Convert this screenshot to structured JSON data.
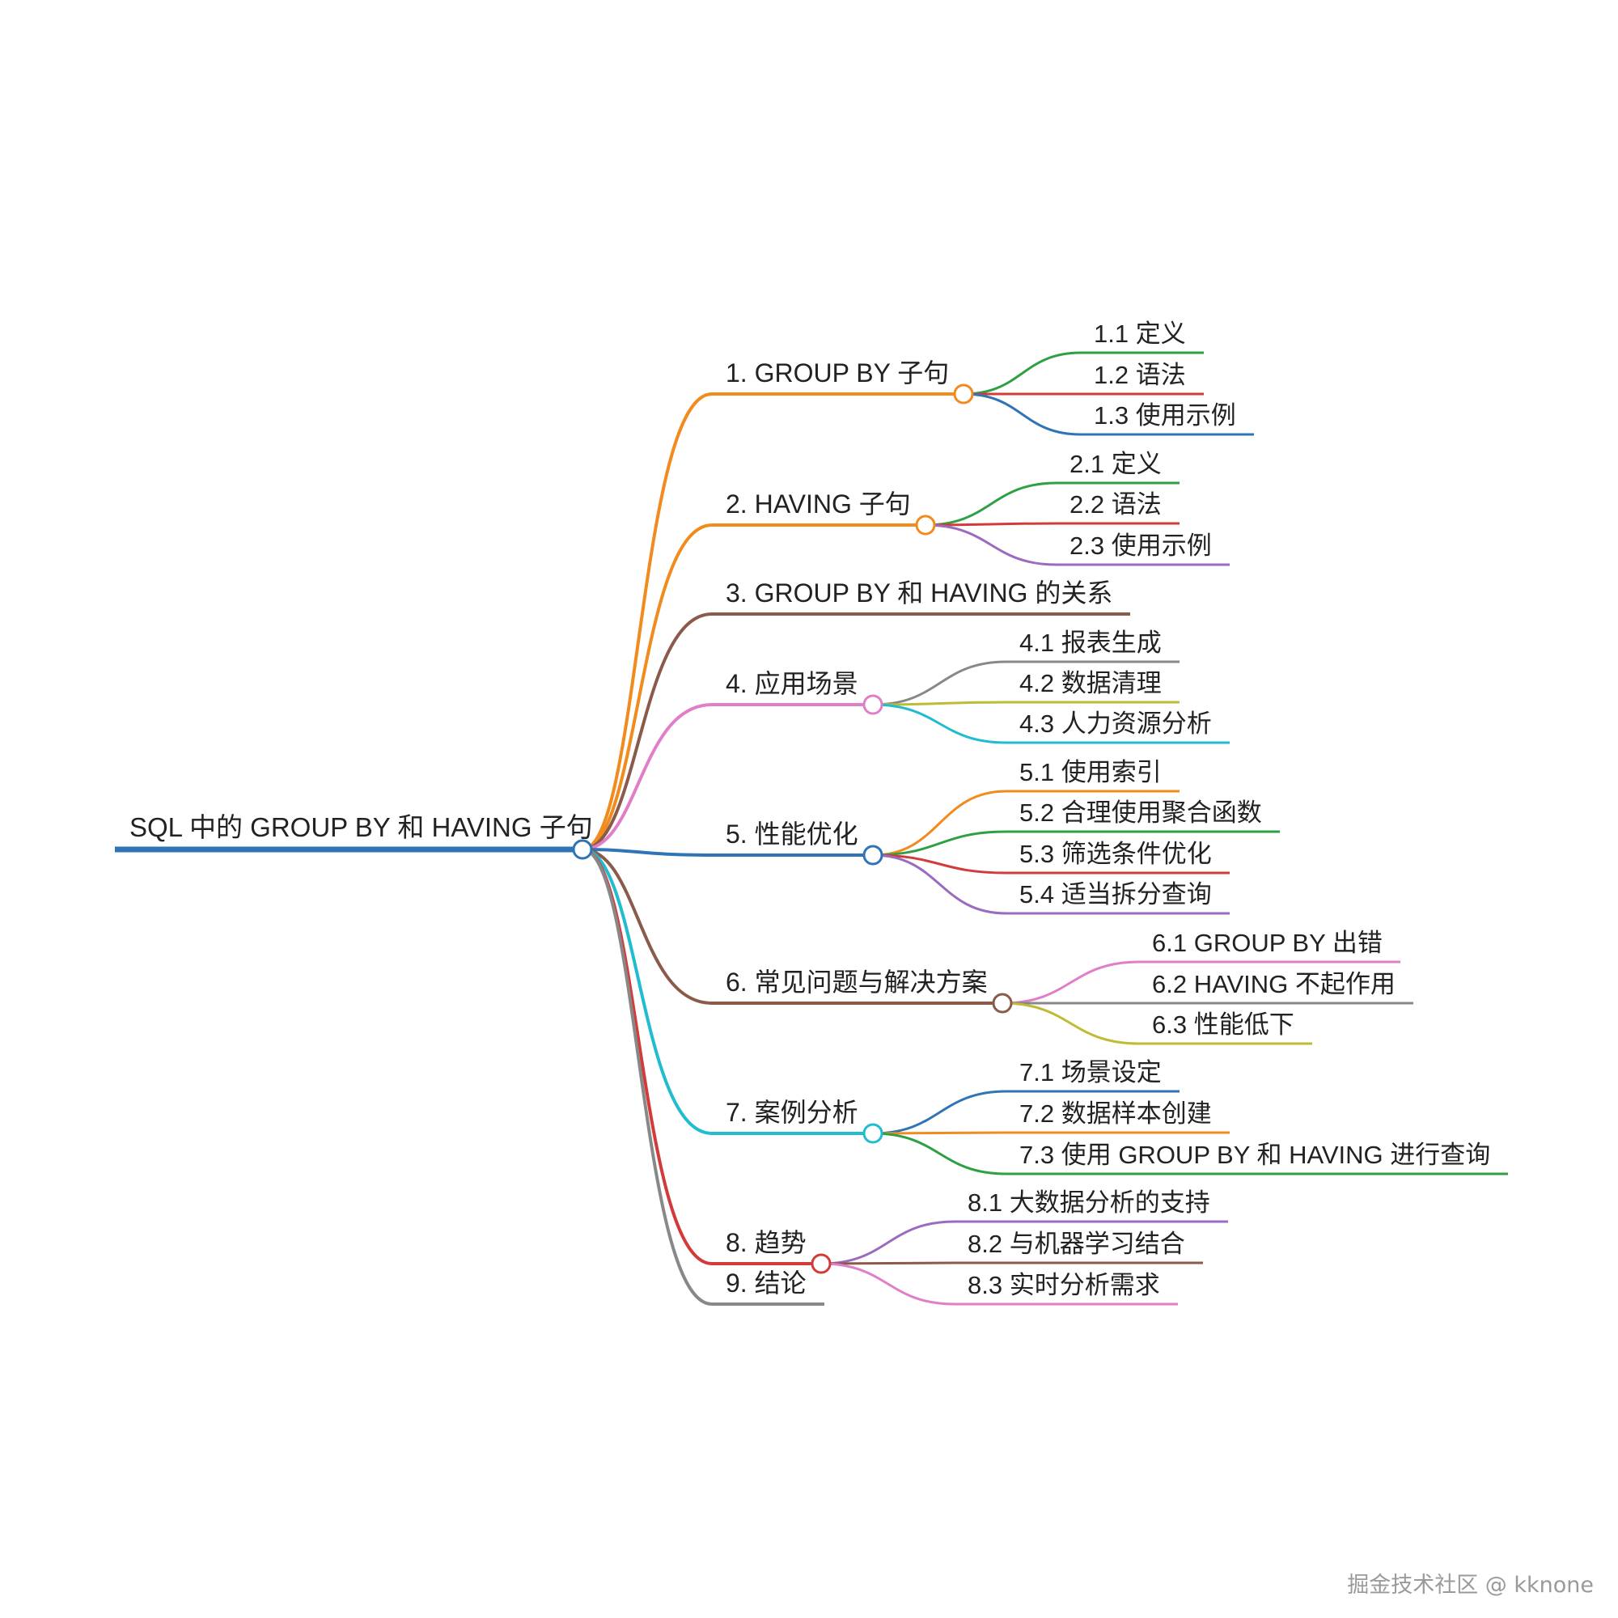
{
  "root": {
    "label": "SQL 中的 GROUP BY 和 HAVING 子句",
    "color": "#2f74b5"
  },
  "branches": [
    {
      "label": "1. GROUP BY 子句",
      "color": "#f28b1e",
      "children": [
        {
          "label": "1.1 定义",
          "color": "#2ea043"
        },
        {
          "label": "1.2 语法",
          "color": "#d33a3a"
        },
        {
          "label": "1.3 使用示例",
          "color": "#2f74b5"
        }
      ]
    },
    {
      "label": "2. HAVING 子句",
      "color": "#f28b1e",
      "children": [
        {
          "label": "2.1 定义",
          "color": "#2ea043"
        },
        {
          "label": "2.2 语法",
          "color": "#d33a3a"
        },
        {
          "label": "2.3 使用示例",
          "color": "#9b6bbf"
        }
      ]
    },
    {
      "label": "3. GROUP BY 和 HAVING 的关系",
      "color": "#8b5a4a",
      "children": []
    },
    {
      "label": "4. 应用场景",
      "color": "#e07fc8",
      "children": [
        {
          "label": "4.1 报表生成",
          "color": "#888888"
        },
        {
          "label": "4.2 数据清理",
          "color": "#bcbd33"
        },
        {
          "label": "4.3 人力资源分析",
          "color": "#22bcd0"
        }
      ]
    },
    {
      "label": "5. 性能优化",
      "color": "#2f74b5",
      "children": [
        {
          "label": "5.1 使用索引",
          "color": "#f28b1e"
        },
        {
          "label": "5.2 合理使用聚合函数",
          "color": "#2ea043"
        },
        {
          "label": "5.3 筛选条件优化",
          "color": "#d33a3a"
        },
        {
          "label": "5.4 适当拆分查询",
          "color": "#9b6bbf"
        }
      ]
    },
    {
      "label": "6. 常见问题与解决方案",
      "color": "#8b5a4a",
      "children": [
        {
          "label": "6.1 GROUP BY 出错",
          "color": "#e07fc8"
        },
        {
          "label": "6.2 HAVING 不起作用",
          "color": "#888888"
        },
        {
          "label": "6.3 性能低下",
          "color": "#bcbd33"
        }
      ]
    },
    {
      "label": "7. 案例分析",
      "color": "#22bcd0",
      "children": [
        {
          "label": "7.1 场景设定",
          "color": "#2f74b5"
        },
        {
          "label": "7.2 数据样本创建",
          "color": "#f28b1e"
        },
        {
          "label": "7.3 使用 GROUP BY 和 HAVING 进行查询",
          "color": "#2ea043"
        }
      ]
    },
    {
      "label": "8. 趋势",
      "color": "#d33a3a",
      "children": [
        {
          "label": "8.1 大数据分析的支持",
          "color": "#9b6bbf"
        },
        {
          "label": "8.2 与机器学习结合",
          "color": "#8b5a4a"
        },
        {
          "label": "8.3 实时分析需求",
          "color": "#e07fc8"
        }
      ]
    },
    {
      "label": "9. 结论",
      "color": "#888888",
      "children": []
    }
  ],
  "watermark": "掘金技术社区 @ kknone"
}
